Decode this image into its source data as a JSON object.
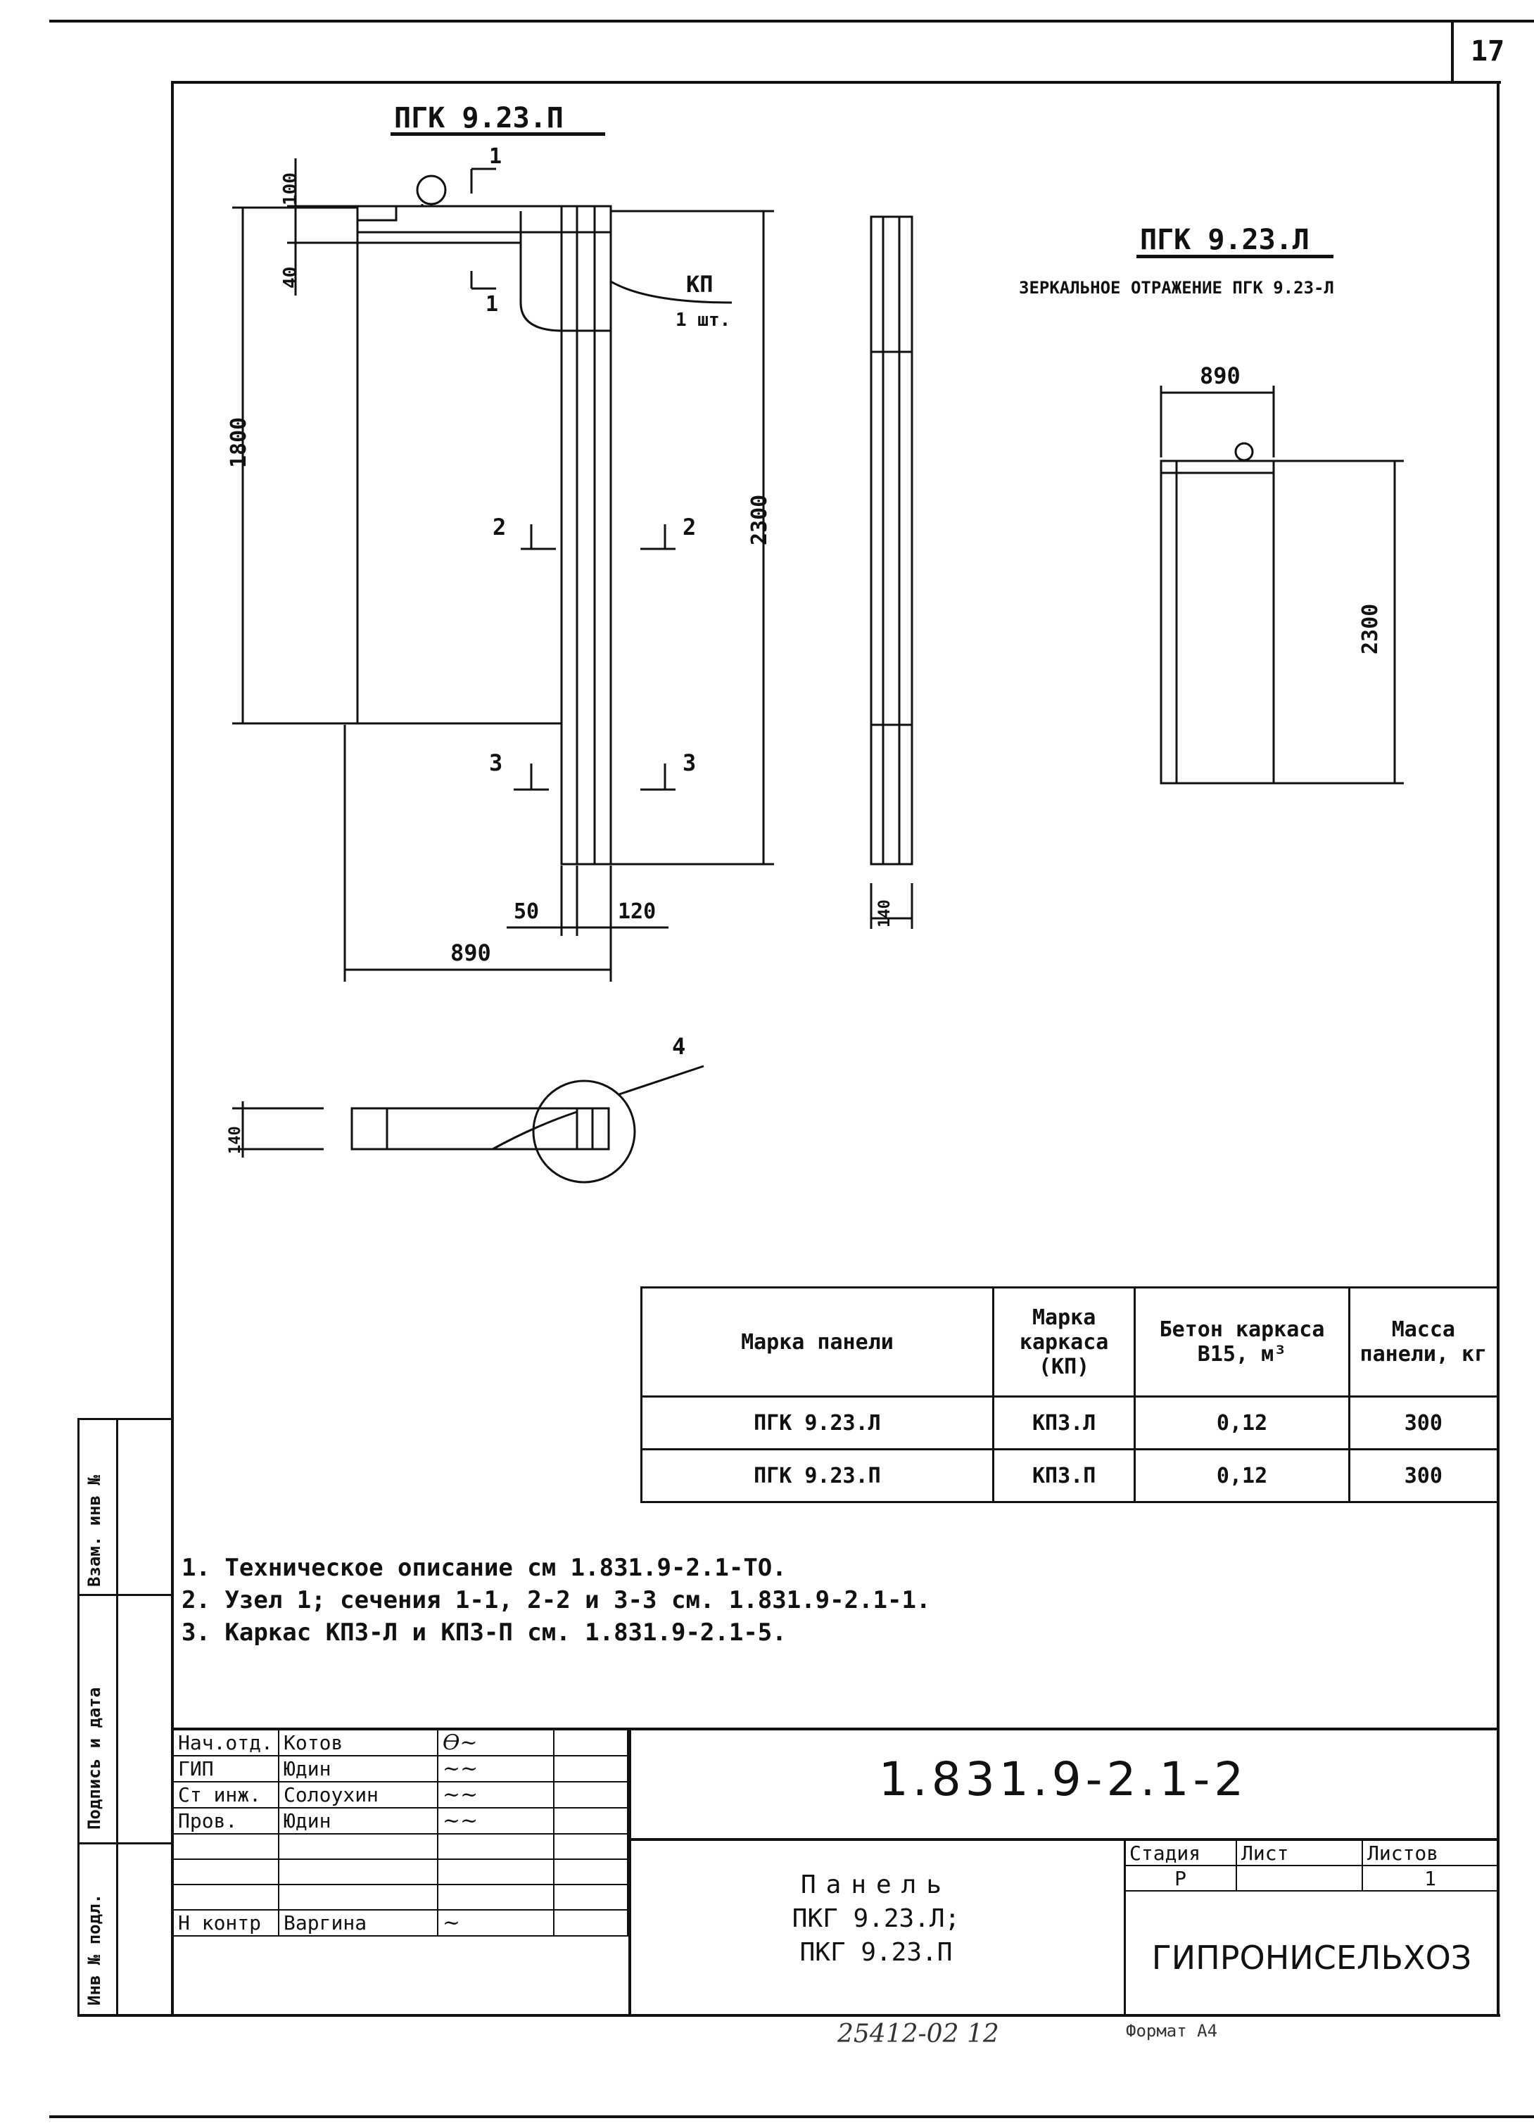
{
  "sheet": {
    "page_number": "17",
    "format": "Формат А4",
    "inventory_number": "25412-02 12"
  },
  "drawing": {
    "title_right": "ПГК 9.23.П",
    "title_left": "ПГК 9.23.Л",
    "mirror_note": "ЗЕРКАЛЬНОЕ ОТРАЖЕНИЕ ПГК 9.23-Л",
    "dims": {
      "d100": "100",
      "d40": "40",
      "d1800": "1800",
      "d2300": "2300",
      "d2300_b": "2300",
      "d890": "890",
      "d890_b": "890",
      "d50": "50",
      "d120": "120",
      "d140_side": "140",
      "d140_plan": "140"
    },
    "labels": {
      "kp": "КП",
      "kp_count": "1 шт.",
      "section1_top": "1",
      "section1_bottom": "1",
      "section2_left": "2",
      "section2_right": "2",
      "section3_left": "3",
      "section3_right": "3",
      "node4": "4"
    }
  },
  "table": {
    "headers": [
      "Марка панели",
      "Марка каркаса (КП)",
      "Бетон каркаса В15, м³",
      "Масса панели, кг"
    ],
    "rows": [
      [
        "ПГК 9.23.Л",
        "КП3.Л",
        "0,12",
        "300"
      ],
      [
        "ПГК 9.23.П",
        "КП3.П",
        "0,12",
        "300"
      ]
    ]
  },
  "notes": [
    "1. Техническое описание см 1.831.9-2.1-ТО.",
    "2. Узел 1; сечения 1-1, 2-2 и 3-3 см. 1.831.9-2.1-1.",
    "3. Каркас КП3-Л и КП3-П см. 1.831.9-2.1-5."
  ],
  "side_strip": [
    "Взам. инв №",
    "Подпись и дата",
    "Инв № подл."
  ],
  "stamp": {
    "designation": "1.831.9-2.1-2",
    "roles": [
      {
        "role": "Нач.отд.",
        "name": "Котов"
      },
      {
        "role": "ГИП",
        "name": "Юдин"
      },
      {
        "role": "Ст инж.",
        "name": "Солоухин"
      },
      {
        "role": "Пров.",
        "name": "Юдин"
      },
      {
        "role": "",
        "name": ""
      },
      {
        "role": "",
        "name": ""
      },
      {
        "role": "",
        "name": ""
      },
      {
        "role": "Н контр",
        "name": "Варгина"
      }
    ],
    "item_title": [
      "Панель",
      "ПКГ 9.23.Л;",
      "ПКГ 9.23.П"
    ],
    "stage_label": "Стадия",
    "sheet_label": "Лист",
    "sheets_label": "Листов",
    "stage": "Р",
    "sheets": "1",
    "organization": "ГИПРОНИСЕЛЬХОЗ"
  }
}
